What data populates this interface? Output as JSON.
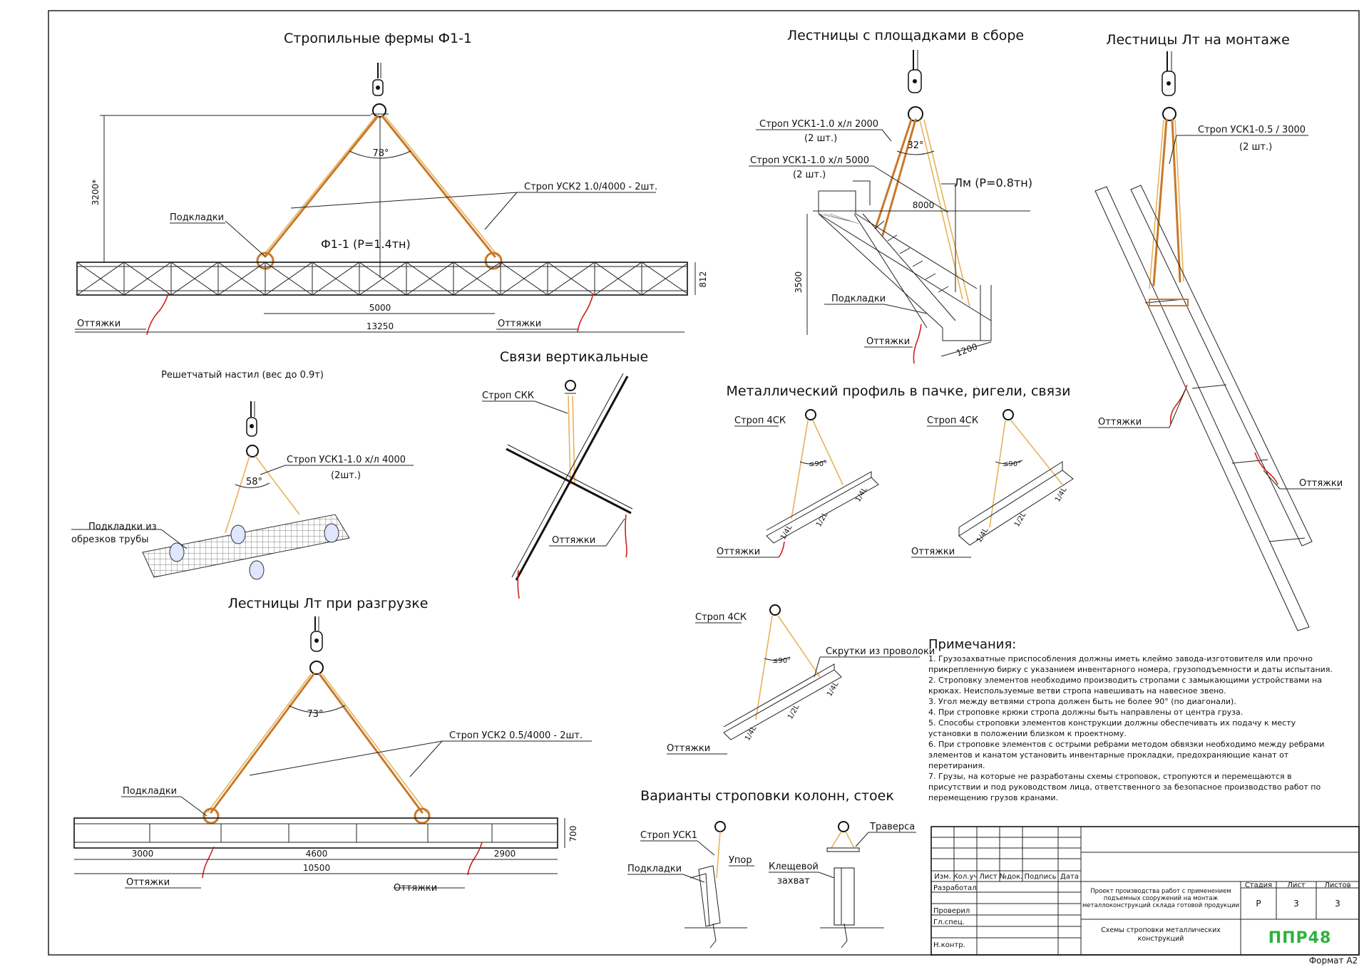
{
  "titles": {
    "trusses": "Стропильные фермы Ф1-1",
    "stairs_assembled": "Лестницы с площадками в сборе",
    "stairs_mounting": "Лестницы Лт на монтаже",
    "grating": "Решетчатый настил (вес до 0.9т)",
    "vertical_bracing": "Связи вертикальные",
    "metal_profile": "Металлический профиль в пачке, ригели, связи",
    "stairs_unloading": "Лестницы Лт при разгрузке",
    "columns": "Варианты строповки колонн, стоек"
  },
  "truss": {
    "angle": "78°",
    "height_dim": "3200*",
    "sling": "Строп УСК2 1.0/4000 - 2шт.",
    "pads": "Подкладки",
    "mark": "Ф1-1 (Р=1.4тн)",
    "dim_inner": "5000",
    "dim_total": "13250",
    "dim_height": "812",
    "guys_left": "Оттяжки",
    "guys_right": "Оттяжки"
  },
  "stairs_assembled": {
    "sling1": "Строп УСК1-1.0 х/л 2000",
    "sling1_qty": "(2 шт.)",
    "sling2": "Строп УСК1-1.0 х/л 5000",
    "sling2_qty": "(2 шт.)",
    "angle": "32°",
    "mark": "Лм (Р=0.8тн)",
    "dim_len": "8000",
    "dim_height": "3500",
    "pads": "Подкладки",
    "guys": "Оттяжки",
    "dim_width": "1200"
  },
  "stairs_mounting": {
    "sling": "Строп УСК1-0.5 / 3000",
    "qty": "(2 шт.)",
    "guys_left": "Оттяжки",
    "guys_right": "Оттяжки"
  },
  "grating": {
    "sling": "Строп УСК1-1.0 х/л 4000",
    "qty": "(2шт.)",
    "angle": "58°",
    "pads_line1": "Подкладки из",
    "pads_line2": "обрезков трубы"
  },
  "bracing": {
    "sling": "Строп СКК",
    "guys": "Оттяжки"
  },
  "profile": {
    "sling_a": "Строп 4СК",
    "sling_b": "Строп 4СК",
    "sling_c": "Строп 4СК",
    "angle": "≤90°",
    "quarter": "1/4L",
    "half": "1/2L",
    "guys_a": "Оттяжки",
    "guys_b": "Оттяжки",
    "guys_c": "Оттяжки",
    "wire": "Скрутки из проволоки"
  },
  "unloading": {
    "angle": "73°",
    "sling": "Строп УСК2 0.5/4000 - 2шт.",
    "pads": "Подкладки",
    "dim_a": "3000",
    "dim_b": "4600",
    "dim_c": "2900",
    "dim_total": "10500",
    "dim_height": "700",
    "guys_left": "Оттяжки",
    "guys_right": "Оттяжки"
  },
  "columns": {
    "sling": "Строп УСК1",
    "stop": "Упор",
    "pads": "Подкладки",
    "traverse": "Траверса",
    "clamp_line1": "Клещевой",
    "clamp_line2": "захват"
  },
  "notes": {
    "heading": "Примечания:",
    "lines": [
      "1.      Грузозахватные приспособления должны иметь клеймо завода-изготовителя или прочно",
      "прикрепленную бирку с указанием инвентарного номера, грузоподъемности и даты испытания.",
      "2.      Строповку элементов необходимо производить стропами с замыкающими устройствами на",
      "крюках. Неиспользуемые ветви стропа навешивать на навесное звено.",
      "3.      Угол между ветвями стропа должен быть не более 90° (по диагонали).",
      "4.      При строповке крюки стропа должны быть направлены от центра груза.",
      "5.      Способы строповки элементов конструкции должны обеспечивать их подачу к месту",
      "установки в положении близком к проектному.",
      "6.      При строповке элементов с острыми ребрами методом обвязки необходимо между ребрами",
      "элементов и канатом установить инвентарные прокладки, предохраняющие канат от",
      "перетирания.",
      "7.      Грузы, на которые не разработаны схемы строповок, стропуются и перемещаются в",
      "присутствии и под руководством лица, ответственного за безопасное производство работ по",
      "перемещению грузов кранами."
    ]
  },
  "stamp": {
    "col_headers": [
      "Изм.",
      "Кол.уч",
      "Лист",
      "№док.",
      "Подпись",
      "Дата"
    ],
    "roles": [
      "Разработал",
      "",
      "Проверил",
      "Гл.спец.",
      "",
      "Н.контр."
    ],
    "project_title": "Проект производства работ с применением подъемных сооружений на монтаж металлоконструкций склада готовой продукции",
    "sheet_title": "Схемы строповки металлических конструкций",
    "stage_header": "Стадия",
    "sheet_header": "Лист",
    "sheets_header": "Листов",
    "stage": "Р",
    "sheet": "3",
    "sheets": "3",
    "logo": "ППР48",
    "format": "Формат А2"
  },
  "colors": {
    "rope": "#c8792a",
    "guy": "#d0201c",
    "logo": "#2bb33a"
  }
}
